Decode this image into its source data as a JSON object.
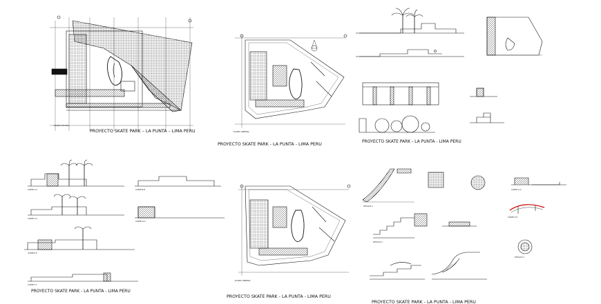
{
  "project_title": "PROYECTO SKATE PARK – LA PUNTA – LIMA PERU",
  "project_title_alt": "PROYECTO SKATE PARK - LA PUNTA - LIMA PERU",
  "sheet_labels": {
    "plan_1": "PLANTA TECHOS",
    "plan_2": "PLANTA GENERAL",
    "plan_3": "PLANTA GENERAL",
    "section_aa": "CORTE A-A",
    "section_bb": "CORTE B-B",
    "section_cc": "CORTE C-C",
    "section_dd": "CORTE D-D",
    "section_ee": "CORTE E-E",
    "section_ff": "CORTE F-F",
    "section_gg": "CORTE G-G",
    "section_hh": "CORTE H-H",
    "detail_1": "DETALLE 1",
    "detail_2": "DETALLE 2",
    "detail_3": "DETALLE 3"
  }
}
